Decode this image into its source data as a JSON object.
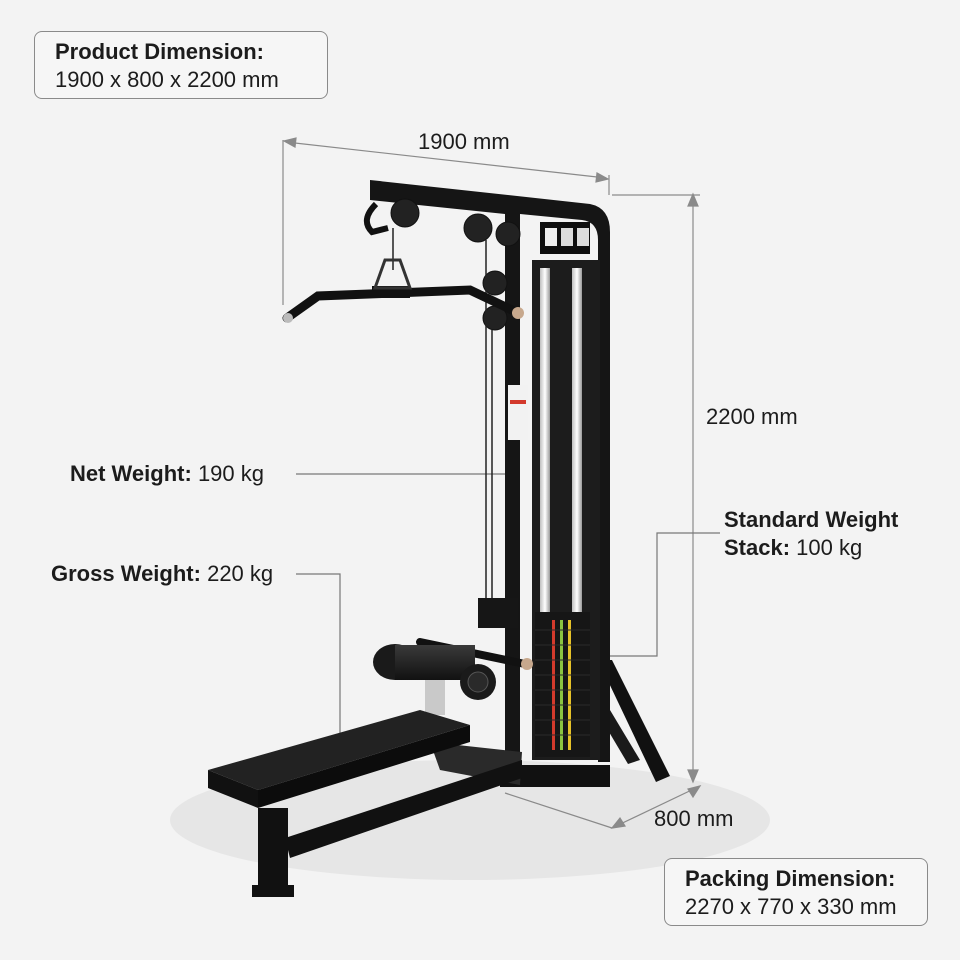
{
  "product_dimension": {
    "title": "Product Dimension:",
    "value": "1900 x 800 x 2200 mm"
  },
  "packing_dimension": {
    "title": "Packing Dimension:",
    "value": "2270 x 770 x 330 mm"
  },
  "dimensions": {
    "width": "1900 mm",
    "height": "2200 mm",
    "depth": "800 mm"
  },
  "net_weight": {
    "label": "Net Weight:",
    "value": "190 kg"
  },
  "gross_weight": {
    "label": "Gross Weight:",
    "value": "220 kg"
  },
  "weight_stack": {
    "label_line1": "Standard Weight",
    "label_line2": "Stack:",
    "value": "100 kg"
  },
  "colors": {
    "background": "#f3f3f3",
    "frame": "#151515",
    "leader": "#777777",
    "stack_accent_red": "#d33a2c",
    "stack_accent_green": "#8bc540",
    "stack_accent_yellow": "#e6c229"
  }
}
